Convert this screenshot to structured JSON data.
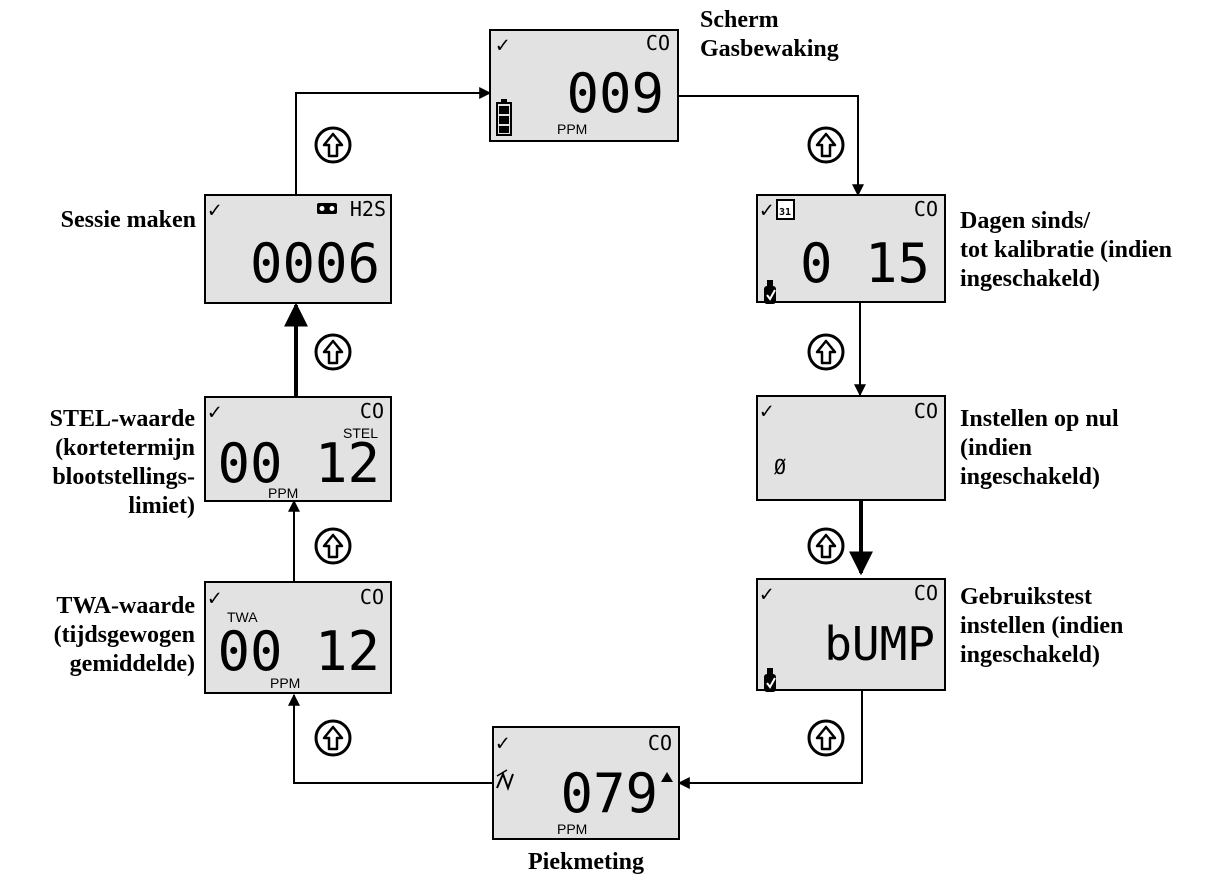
{
  "screens": {
    "gas_monitoring": {
      "gas": "CO",
      "value": "009",
      "unit": "PPM",
      "label_line1": "Scherm",
      "label_line2": "Gasbewaking"
    },
    "days_calibration": {
      "gas": "CO",
      "value": "0 15",
      "calendar": "31",
      "label_line1": "Dagen sinds/",
      "label_line2": "tot kalibratie (indien",
      "label_line3": "ingeschakeld)"
    },
    "zero": {
      "gas": "CO",
      "value": "Ø",
      "label_line1": "Instellen op nul",
      "label_line2": "(indien",
      "label_line3": "ingeschakeld)"
    },
    "bump": {
      "gas": "CO",
      "value": "bUMP",
      "label_line1": "Gebruikstest",
      "label_line2": "instellen (indien",
      "label_line3": "ingeschakeld)"
    },
    "peak": {
      "gas": "CO",
      "value": "079",
      "unit": "PPM",
      "label": "Piekmeting"
    },
    "twa": {
      "gas": "CO",
      "value": "00 12",
      "unit": "PPM",
      "tag": "TWA",
      "label_line1": "TWA-waarde",
      "label_line2": "(tijdsgewogen",
      "label_line3": "gemiddelde)"
    },
    "stel": {
      "gas": "CO",
      "value": "00 12",
      "unit": "PPM",
      "tag": "STEL",
      "label_line1": "STEL-waarde",
      "label_line2": "(kortetermijn",
      "label_line3": "blootstellings-",
      "label_line4": "limiet)"
    },
    "session": {
      "gas": "H2S",
      "value": "0006",
      "label": "Sessie maken"
    }
  },
  "check_mark": "✓",
  "icons": [
    "up-arrow-button-icon",
    "check-icon",
    "battery-icon",
    "calendar-icon",
    "gas-cylinder-icon",
    "peak-icon",
    "tape-icon"
  ]
}
